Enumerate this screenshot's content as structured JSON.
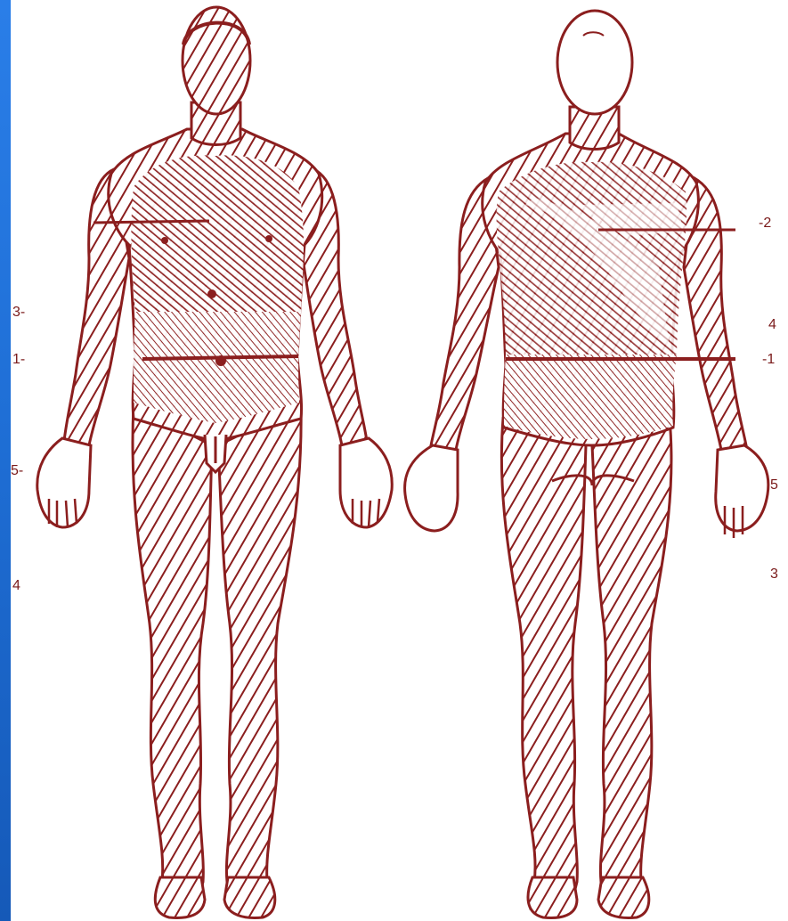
{
  "diagram": {
    "ink_color": "#8b1e1e",
    "frame_color": "#1f6fd6",
    "background_color": "#ffffff",
    "figures": [
      "front-view",
      "back-view"
    ],
    "front_labels": {
      "l3": "3-",
      "l1": "1-",
      "l5": "5-",
      "l4": "4"
    },
    "back_labels": {
      "l2": "-2",
      "l4": "4",
      "l1": "-1",
      "l5": "5",
      "l3": "3"
    }
  }
}
